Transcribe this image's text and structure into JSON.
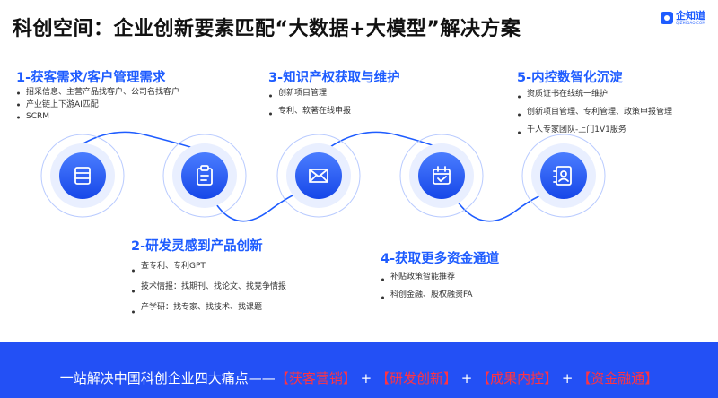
{
  "title": "科创空间：企业创新要素匹配“大数据+大模型”解决方案",
  "logo": {
    "name": "企知道",
    "sub": "QIZHIDAO.COM"
  },
  "sections": [
    {
      "heading": "1-获客需求/客户管理需求",
      "items": [
        "招采信息、主营产品找客户、公司名找客户",
        "产业链上下游AI匹配",
        "SCRM"
      ]
    },
    {
      "heading": "2-研发灵感到产品创新",
      "items": [
        "查专利、专利GPT",
        "技术情报：找期刊、找论文、找竞争情报",
        "产学研：找专家、找技术、找课题"
      ]
    },
    {
      "heading": "3-知识产权获取与维护",
      "items": [
        "创新项目管理",
        "专利、软著在线申报"
      ]
    },
    {
      "heading": "4-获取更多资金通道",
      "items": [
        "补贴政策智能推荐",
        "科创金融、股权融资FA"
      ]
    },
    {
      "heading": "5-内控数智化沉淀",
      "items": [
        "资质证书在线统一维护",
        "创新项目管理、专利管理、政策申报管理",
        "千人专家团队-上门1V1服务"
      ]
    }
  ],
  "icons": [
    "books-icon",
    "clipboard-icon",
    "mail-icon",
    "calendar-icon",
    "contact-card-icon"
  ],
  "colors": {
    "accent": "#1e5cff",
    "bar": "#2350f5",
    "highlight": "#ff3344"
  },
  "bottom": {
    "prefix": "一站解决中国科创企业四大痛点——",
    "pains": [
      "【获客营销】",
      "【研发创新】",
      "【成果内控】",
      "【资金融通】"
    ],
    "sep": " + "
  }
}
